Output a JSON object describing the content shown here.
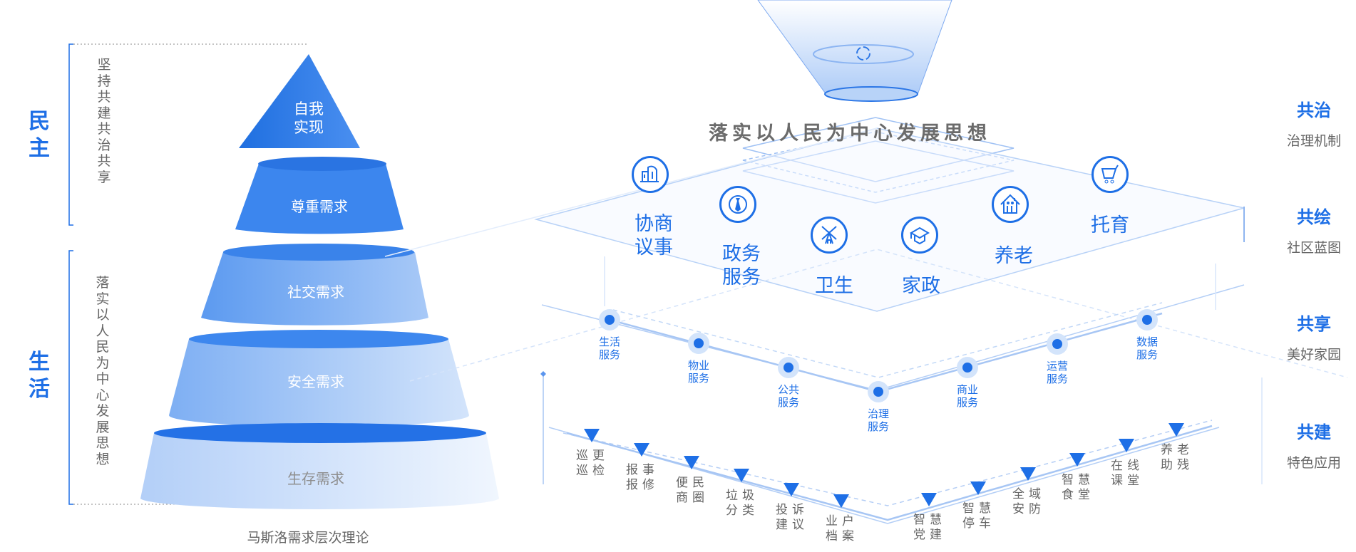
{
  "left": {
    "democracy": "民主",
    "democracy_desc": "坚持共建共治共享",
    "life": "生活",
    "life_desc": "落实以人民为中心发展思想",
    "pyramid": [
      "自我实现",
      "尊重需求",
      "社交需求",
      "安全需求",
      "生存需求"
    ],
    "caption": "马斯洛需求层次理论"
  },
  "center": {
    "title": "落实以人民为中心发展思想",
    "services": [
      {
        "label": "协商议事",
        "icon": "buildings-icon"
      },
      {
        "label": "政务服务",
        "icon": "tie-icon"
      },
      {
        "label": "卫生",
        "icon": "windmill-icon"
      },
      {
        "label": "家政",
        "icon": "graduation-cap-icon"
      },
      {
        "label": "养老",
        "icon": "elderly-home-icon"
      },
      {
        "label": "托育",
        "icon": "cart-icon"
      }
    ],
    "platform_services": [
      "生活服务",
      "物业服务",
      "公共服务",
      "治理服务",
      "商业服务",
      "运营服务",
      "数据服务"
    ],
    "apps": [
      "巡更巡检",
      "报事报修",
      "便民商圈",
      "垃圾分类",
      "投诉建议",
      "业户档案",
      "智慧党建",
      "智慧停车",
      "全域安防",
      "智慧食堂",
      "在线课堂",
      "养老助残"
    ]
  },
  "right": [
    {
      "title": "共治",
      "desc": "治理机制"
    },
    {
      "title": "共绘",
      "desc": "社区蓝图"
    },
    {
      "title": "共享",
      "desc": "美好家园"
    },
    {
      "title": "共建",
      "desc": "特色应用"
    }
  ],
  "colors": {
    "accent": "#1e6fe6",
    "text": "#666666"
  }
}
